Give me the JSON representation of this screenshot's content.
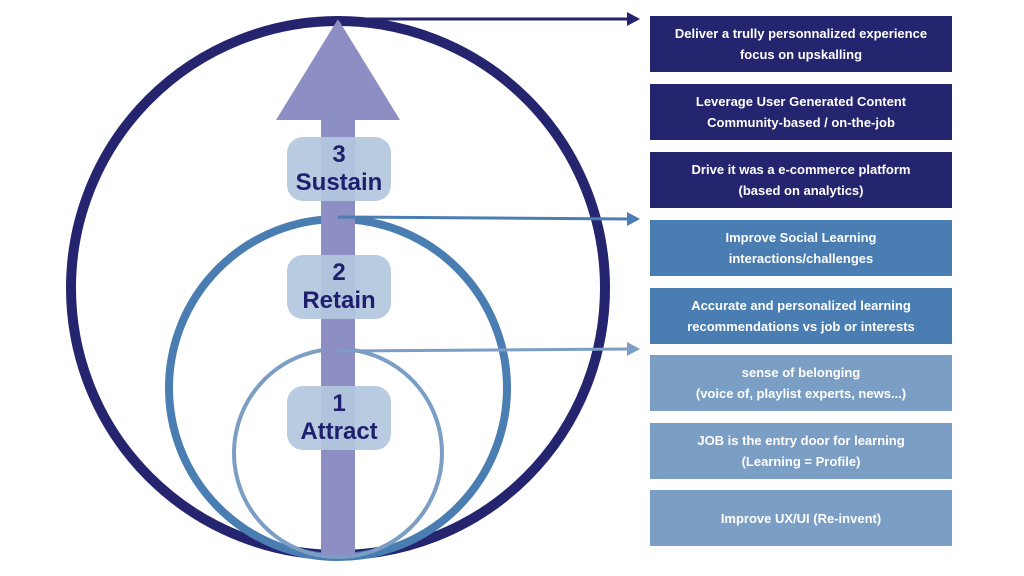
{
  "colors": {
    "sustain": "#25246e",
    "retain": "#4a7db1",
    "attract": "#7b9ec5",
    "arrow": "#8c8ec4",
    "stage_bg": "#b3c7de",
    "stage_text": "#1f1f6e"
  },
  "stages": [
    {
      "number": "3",
      "label": "Sustain"
    },
    {
      "number": "2",
      "label": "Retain"
    },
    {
      "number": "1",
      "label": "Attract"
    }
  ],
  "actions": [
    {
      "line1": "Deliver a trully personnalized experience",
      "line2": "focus on upskalling",
      "group": "sustain"
    },
    {
      "line1": "Leverage User Generated Content",
      "line2": "Community-based / on-the-job",
      "group": "sustain"
    },
    {
      "line1": "Drive it was a e-commerce platform",
      "line2": "(based on analytics)",
      "group": "sustain"
    },
    {
      "line1": "Improve Social Learning",
      "line2": "interactions/challenges",
      "group": "retain"
    },
    {
      "line1": "Accurate and personalized learning",
      "line2": "recommendations vs job or interests",
      "group": "retain"
    },
    {
      "line1": "sense of belonging",
      "line2": "(voice of, playlist experts, news...)",
      "group": "attract"
    },
    {
      "line1": "JOB is the entry door for learning",
      "line2": "(Learning = Profile)",
      "group": "attract"
    },
    {
      "line1": "Improve UX/UI (Re-invent)",
      "line2": "",
      "group": "attract"
    }
  ]
}
